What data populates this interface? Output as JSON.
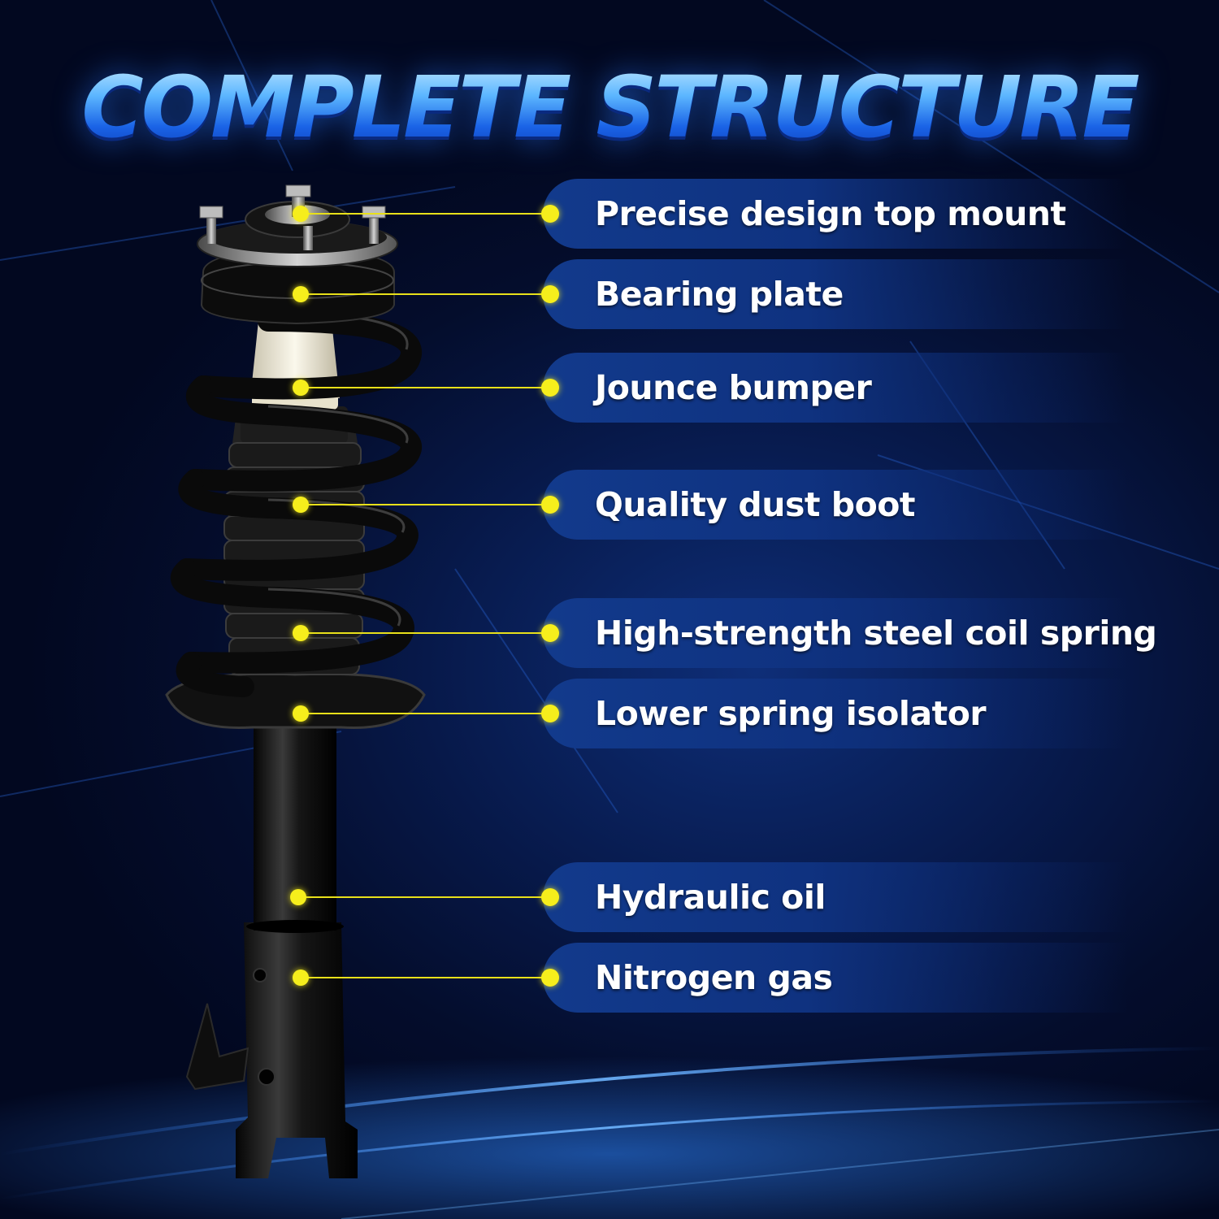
{
  "title": "COMPLETE STRUCTURE",
  "colors": {
    "background": "#07194a",
    "title_blue": "#4aa6ff",
    "pill": "#123a8c",
    "dot_yellow": "#f6ee1c",
    "label_text": "#ffffff"
  },
  "labels": [
    "Precise design top mount",
    "Bearing plate",
    "Jounce bumper",
    "Quality dust boot",
    "High-strength steel coil spring",
    "Lower spring isolator",
    "Hydraulic oil",
    "Nitrogen gas"
  ]
}
